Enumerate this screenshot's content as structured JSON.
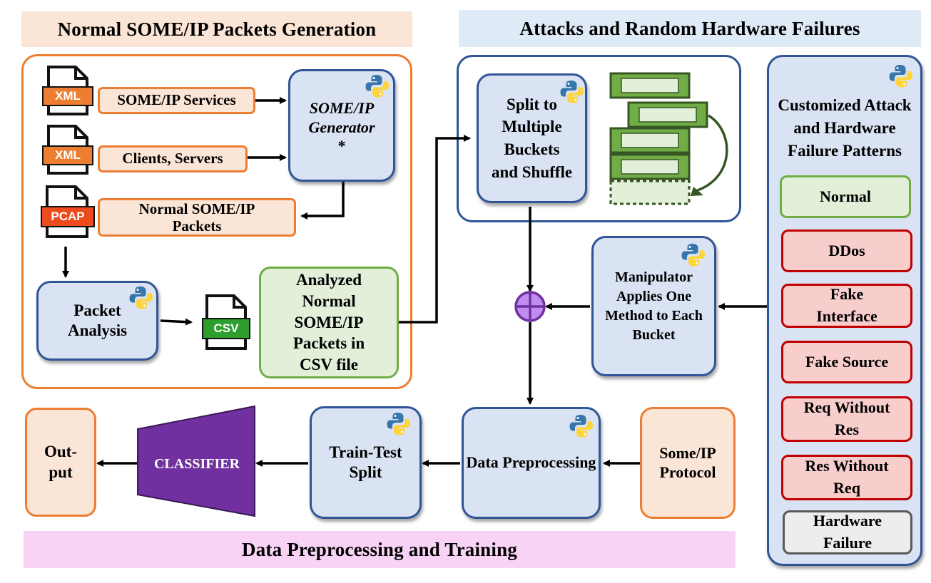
{
  "sections": {
    "generation_title": "Normal SOME/IP Packets Generation",
    "attacks_title": "Attacks and Random Hardware Failures",
    "training_title": "Data Preprocessing and Training"
  },
  "generation": {
    "xml_label_1": "XML",
    "xml_label_2": "XML",
    "pcap_label": "PCAP",
    "csv_label": "CSV",
    "services_label": "SOME/IP Services",
    "clients_label": "Clients, Servers",
    "normal_packets_label": "Normal SOME/IP Packets",
    "generator_label": "SOME/IP Generator",
    "generator_asterisk": "*",
    "packet_analysis_label": "Packet Analysis",
    "analyzed_label": "Analyzed Normal SOME/IP Packets in CSV file"
  },
  "attacks": {
    "split_label": "Split to Multiple Buckets and Shuffle",
    "manipulator_label": "Manipulator Applies One Method to Each Bucket",
    "patterns_title": "Customized Attack and Hardware Failure Patterns",
    "patterns": [
      "Normal",
      "DDos",
      "Fake Interface",
      "Fake Source",
      "Req Without Res",
      "Res Without Req",
      "Hardware Failure"
    ]
  },
  "training": {
    "protocol_label": "Some/IP Protocol",
    "preprocessing_label": "Data Preprocessing",
    "split_label": "Train-Test Split",
    "classifier_label": "CLASSIFIER",
    "output_label": "Out-put"
  },
  "colors": {
    "orange": "#ed7d31",
    "blue": "#2f5597",
    "light_blue": "#dae3f3",
    "green": "#70ad47",
    "red": "#c00000",
    "purple": "#7030a0"
  }
}
